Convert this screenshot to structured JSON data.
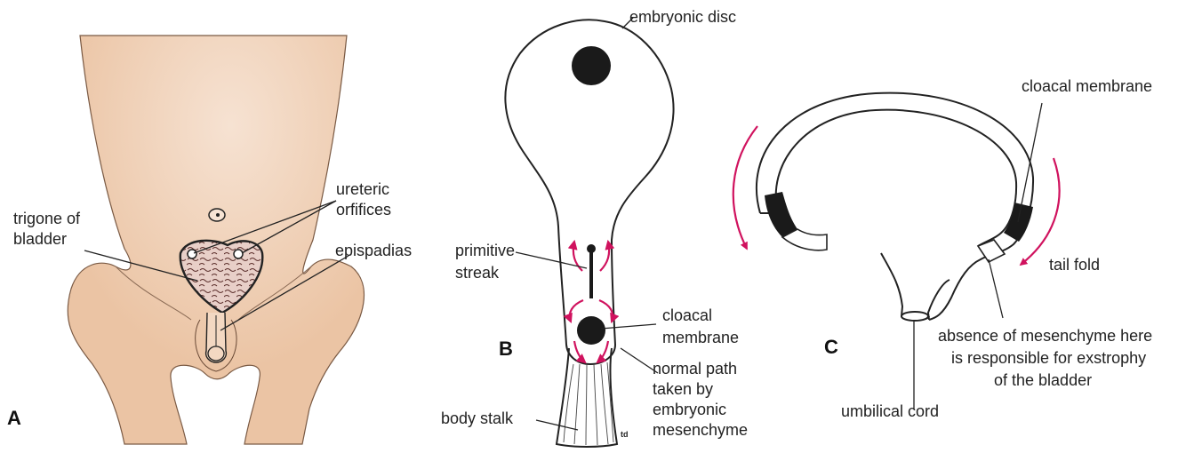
{
  "panels": {
    "A": {
      "letter": "A",
      "labels": {
        "ureteric_orifices_1": "ureteric",
        "ureteric_orifices_2": "orfifices",
        "trigone_1": "trigone of",
        "trigone_2": "bladder",
        "epispadias": "epispadias"
      }
    },
    "B": {
      "letter": "B",
      "labels": {
        "embryonic_disc": "embryonic disc",
        "primitive_streak_1": "primitive",
        "primitive_streak_2": "streak",
        "cloacal_membrane_1": "cloacal",
        "cloacal_membrane_2": "membrane",
        "normal_path_1": "normal path",
        "normal_path_2": "taken by",
        "normal_path_3": "embryonic",
        "normal_path_4": "mesenchyme",
        "body_stalk": "body stalk",
        "artist_mark": "td"
      }
    },
    "C": {
      "letter": "C",
      "labels": {
        "cloacal_membrane": "cloacal membrane",
        "tail_fold": "tail fold",
        "absence_1": "absence of mesenchyme here",
        "absence_2": "is responsible for exstrophy",
        "absence_3": "of the bladder",
        "umbilical_cord": "umbilical cord"
      }
    }
  },
  "colors": {
    "skin": "#ebc4a4",
    "skin_light": "#f7e4d4",
    "arrow": "#d0125e",
    "outline": "#222222",
    "fill_dark": "#1a1a1a"
  }
}
